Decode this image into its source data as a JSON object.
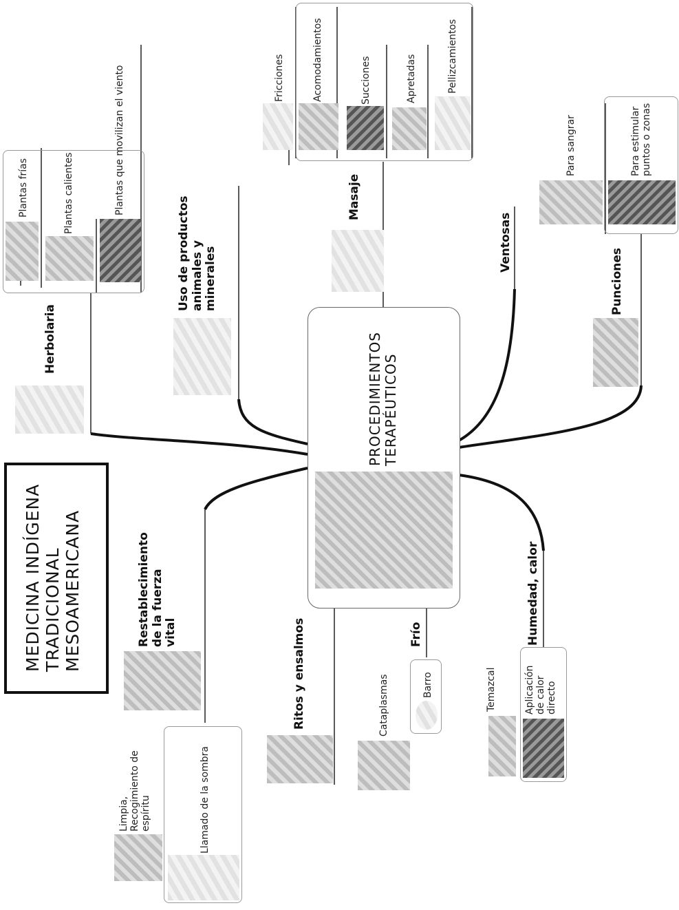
{
  "title": {
    "line1": "MEDICINA INDÍGENA",
    "line2": "TRADICIONAL",
    "line3": "MESOAMERICANA"
  },
  "center": {
    "line1": "PROCEDIMIENTOS",
    "line2": "TERAPÉUTICOS"
  },
  "branches": {
    "herbolaria": {
      "label": "Herbolaria",
      "items": [
        "Plantas frías",
        "Plantas calientes",
        "Plantas que movilizan el viento"
      ]
    },
    "productos": {
      "line1": "Uso de productos",
      "line2": "animales y",
      "line3": "minerales"
    },
    "masaje": {
      "label": "Masaje",
      "items": [
        "Fricciones",
        "Acomodamientos",
        "Succiones",
        "Apretadas",
        "Pellizcamientos"
      ]
    },
    "ventosas": {
      "label": "Ventosas"
    },
    "punciones": {
      "label": "Punciones",
      "item1": "Para sangrar",
      "item2_line1": "Para estimular",
      "item2_line2": "puntos o zonas"
    },
    "restablecimiento": {
      "line1": "Restablecimiento",
      "line2": "de la fuerza",
      "line3": "vital",
      "item1_line1": "Limpia,",
      "item1_line2": "Recogimiento de",
      "item1_line3": "espíritu",
      "item2": "Llamado de la sombra"
    },
    "ritos": {
      "label": "Ritos y ensalmos"
    },
    "frio": {
      "label": "Frío",
      "item1": "Cataplasmas",
      "item2": "Barro"
    },
    "humedad": {
      "label": "Humedad, calor",
      "item1": "Temazcal",
      "item2_line1": "Aplicación",
      "item2_line2": "de calor",
      "item2_line3": "directo"
    }
  }
}
